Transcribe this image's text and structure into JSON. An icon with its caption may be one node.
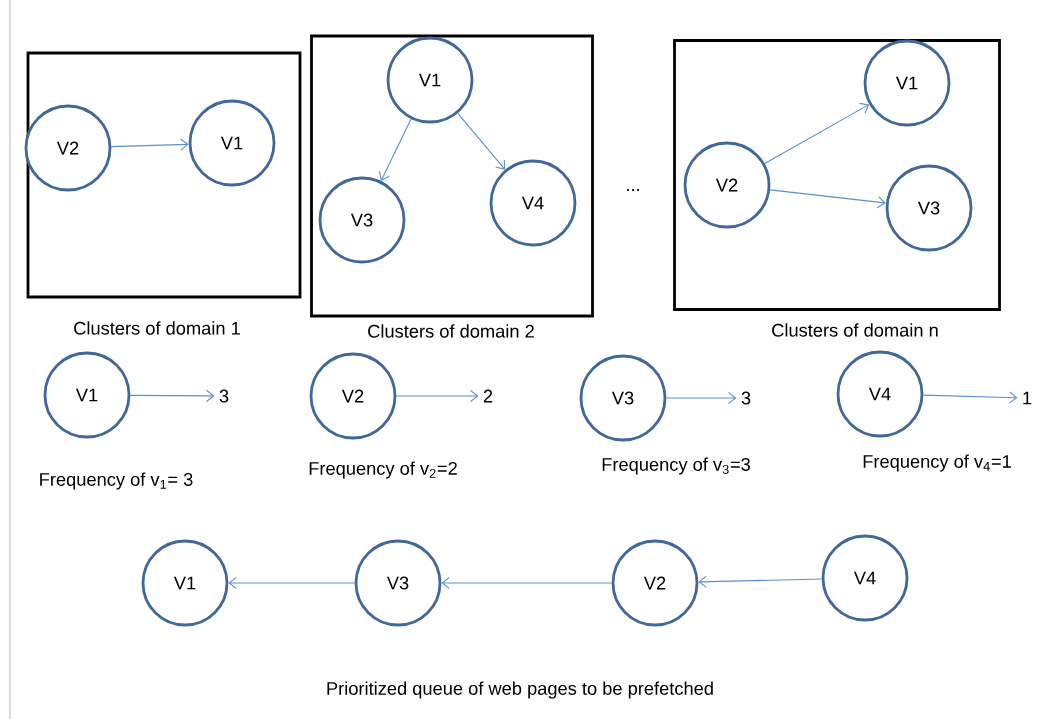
{
  "diagram": {
    "caption": "Prioritized queue of web pages to be prefetched",
    "nodes": [
      {
        "text": [],
        "shape": "box",
        "beside": [
          "Clusters of domain 1"
        ]
      },
      {
        "text": [
          "V2"
        ],
        "in": 0
      },
      {
        "text": [
          "V1"
        ],
        "in": 0
      },
      {
        "text": [],
        "shape": "box",
        "beside": [
          "Clusters of domain 2"
        ]
      },
      {
        "text": [
          "V1"
        ],
        "in": 3
      },
      {
        "text": [
          "V3"
        ],
        "in": 3
      },
      {
        "text": [
          "V4"
        ],
        "in": 3
      },
      {
        "text": [],
        "shape": "box",
        "beside": [
          "Clusters of domain n"
        ]
      },
      {
        "text": [
          "V2"
        ],
        "in": 7
      },
      {
        "text": [
          "V1"
        ],
        "in": 7
      },
      {
        "text": [
          "V3"
        ],
        "in": 7
      },
      {
        "text": [
          "V1"
        ],
        "beside": [
          "Frequency of v$_{1}$= 3"
        ]
      },
      {
        "text": [
          "3"
        ]
      },
      {
        "text": [
          "V2"
        ],
        "beside": [
          "Frequency of v$_{2}$=2"
        ]
      },
      {
        "text": [
          "2"
        ]
      },
      {
        "text": [
          "V3"
        ],
        "beside": [
          "Frequency of v$_{3}$=3"
        ]
      },
      {
        "text": [
          "3"
        ]
      },
      {
        "text": [
          "V4"
        ],
        "beside": [
          "Frequency of v$_{4}$=1"
        ]
      },
      {
        "text": [
          "1"
        ]
      },
      {
        "text": [
          "V1"
        ]
      },
      {
        "text": [
          "V3"
        ]
      },
      {
        "text": [
          "V2"
        ]
      },
      {
        "text": [
          "V4"
        ]
      }
    ],
    "edges": [
      {
        "from": 1,
        "to": 2,
        "arrow": "to"
      },
      {
        "from": 4,
        "to": 5,
        "arrow": "to"
      },
      {
        "from": 4,
        "to": 6,
        "arrow": "to"
      },
      {
        "from": 8,
        "to": 9,
        "arrow": "to"
      },
      {
        "from": 8,
        "to": 10,
        "arrow": "to"
      },
      {
        "from": 11,
        "to": 12,
        "arrow": "to"
      },
      {
        "from": 13,
        "to": 14,
        "arrow": "to"
      },
      {
        "from": 15,
        "to": 16,
        "arrow": "to"
      },
      {
        "from": 17,
        "to": 18,
        "arrow": "to"
      },
      {
        "from": 20,
        "to": 19,
        "arrow": "to"
      },
      {
        "from": 21,
        "to": 20,
        "arrow": "to"
      },
      {
        "from": 22,
        "to": 21,
        "arrow": "to"
      }
    ],
    "labels": [
      "..."
    ]
  }
}
